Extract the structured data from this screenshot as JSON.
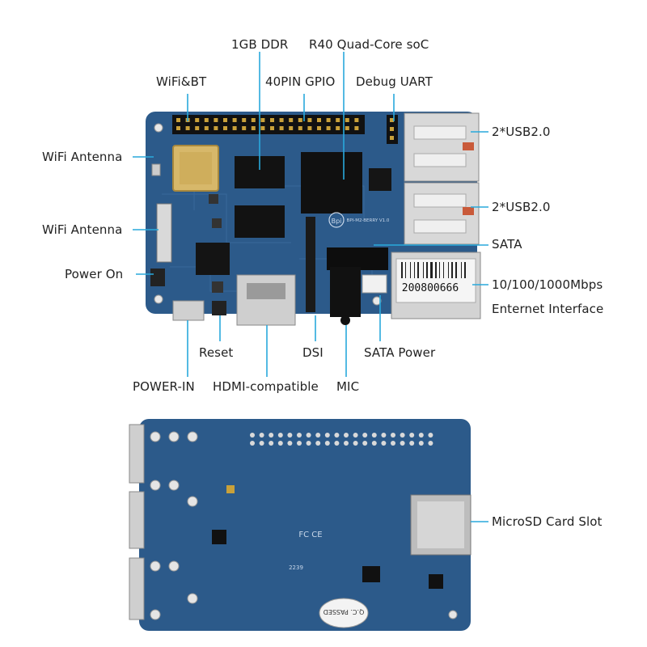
{
  "labels": {
    "ddr": "1GB DDR",
    "soc": "R40 Quad-Core soC",
    "wifi_bt": "WiFi&BT",
    "gpio": "40PIN GPIO",
    "debug_uart": "Debug UART",
    "usb_top": "2*USB2.0",
    "usb_mid": "2*USB2.0",
    "wifi_antenna_1": "WiFi Antenna",
    "wifi_antenna_2": "WiFi Antenna",
    "sata": "SATA",
    "power_on": "Power On",
    "ethernet_speed": "10/100/1000Mbps",
    "ethernet_interface": "Enternet Interface",
    "reset": "Reset",
    "dsi": "DSI",
    "sata_power": "SATA Power",
    "power_in": "POWER-IN",
    "hdmi": "HDMI-compatible",
    "mic": "MIC",
    "microsd": "MicroSD Card Slot"
  },
  "board": {
    "ethernet_sticker": "200800666",
    "silkscreen_logo": "Bpi",
    "silkscreen_model": "BPI-M2-BERRY V1.0",
    "fcc_mark": "FC CE",
    "qc_stamp": "Q.C. PASSED",
    "back_code": "2239"
  },
  "colors": {
    "pcb": "#2c5a8a",
    "pcb_dark": "#1f4670",
    "leader": "#29a9dc",
    "text": "#222222"
  }
}
